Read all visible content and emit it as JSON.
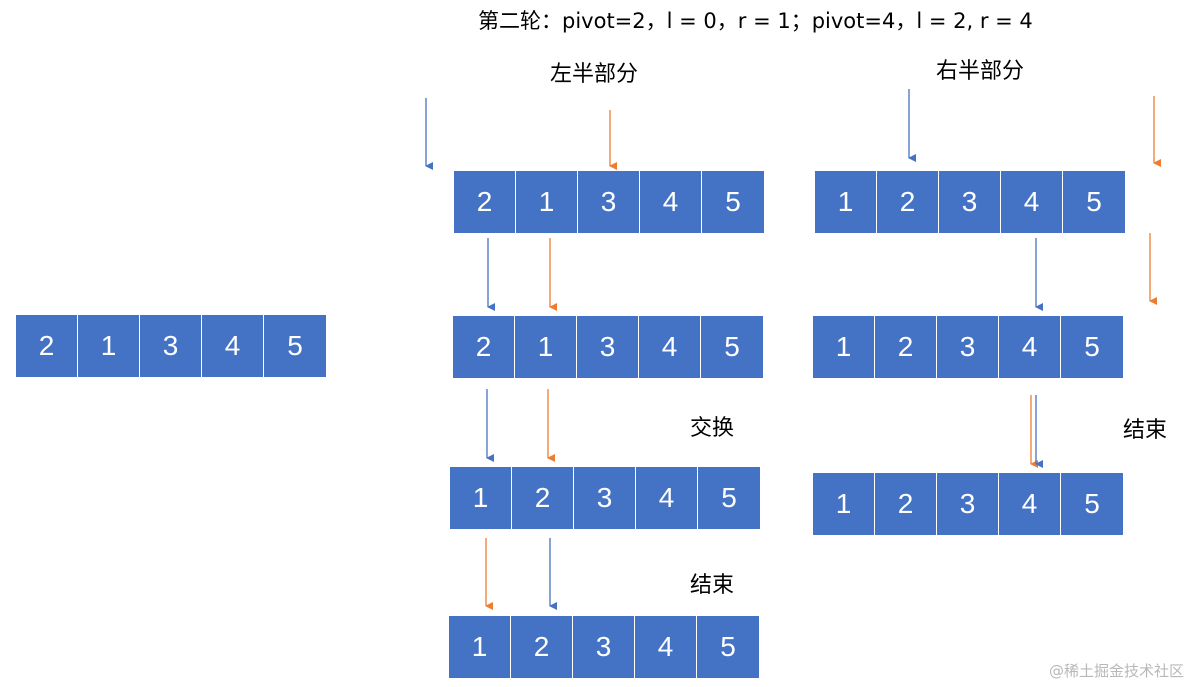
{
  "title": "第二轮：pivot=2，l = 0，r = 1；pivot=4，l = 2, r = 4",
  "labels": {
    "left_half": "左半部分",
    "right_half": "右半部分",
    "swap": "交换",
    "end_left": "结束",
    "end_right": "结束"
  },
  "colors": {
    "cell": "#4472c4",
    "l_pointer": "#4472c4",
    "r_pointer": "#ed7d31"
  },
  "arrays": {
    "input": [
      2,
      1,
      3,
      4,
      5
    ],
    "left_step1": [
      2,
      1,
      3,
      4,
      5
    ],
    "left_step2": [
      2,
      1,
      3,
      4,
      5
    ],
    "left_step3": [
      1,
      2,
      3,
      4,
      5
    ],
    "left_step4": [
      1,
      2,
      3,
      4,
      5
    ],
    "right_step1": [
      1,
      2,
      3,
      4,
      5
    ],
    "right_step2": [
      1,
      2,
      3,
      4,
      5
    ],
    "right_step3": [
      1,
      2,
      3,
      4,
      5
    ]
  },
  "watermark": "@稀土掘金技术社区"
}
